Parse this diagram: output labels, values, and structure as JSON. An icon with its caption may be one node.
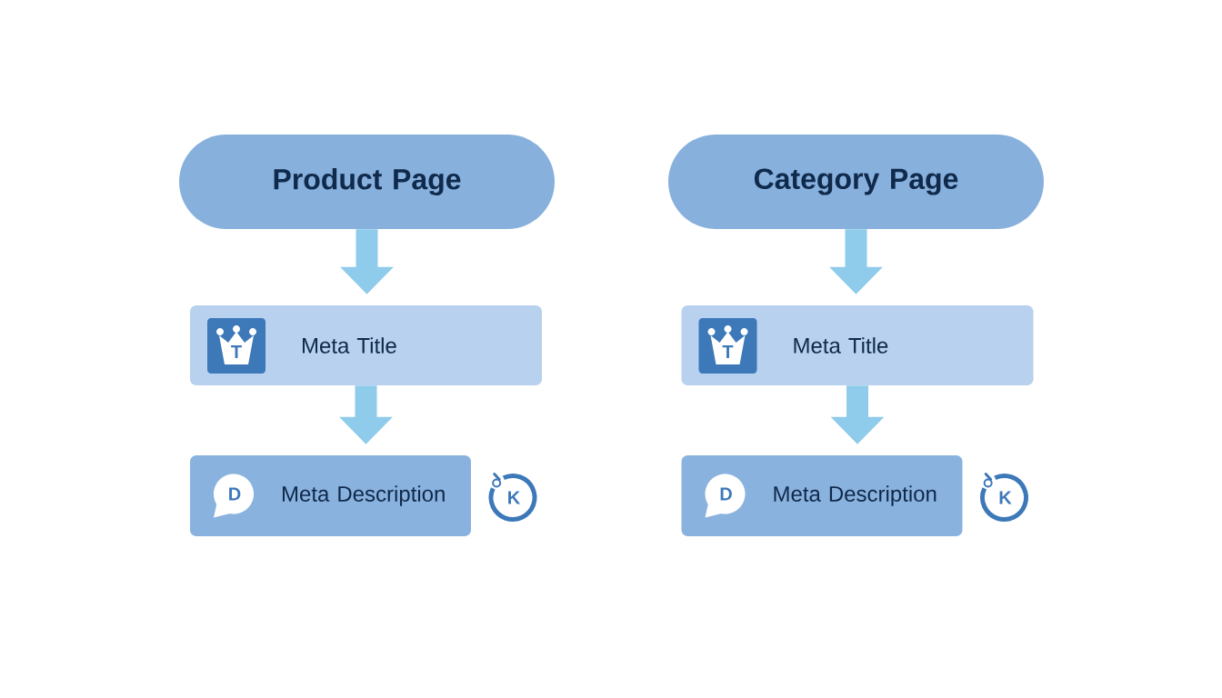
{
  "diagram": {
    "nodes": [
      {
        "text": [
          "Product Page"
        ]
      },
      {
        "text": [
          "Meta Title"
        ]
      },
      {
        "text": [
          "Meta Description"
        ]
      },
      {
        "text": [
          "Category Page"
        ]
      },
      {
        "text": [
          "Meta Title"
        ]
      },
      {
        "text": [
          "Meta Description"
        ]
      }
    ],
    "edges": [
      {
        "from": 0,
        "to": 1,
        "arrow": "to"
      },
      {
        "from": 1,
        "to": 2,
        "arrow": "to"
      },
      {
        "from": 3,
        "to": 4,
        "arrow": "to"
      },
      {
        "from": 4,
        "to": 5,
        "arrow": "to"
      }
    ],
    "labels": [
      "T",
      "T",
      "D",
      "K",
      "D",
      "K"
    ]
  }
}
